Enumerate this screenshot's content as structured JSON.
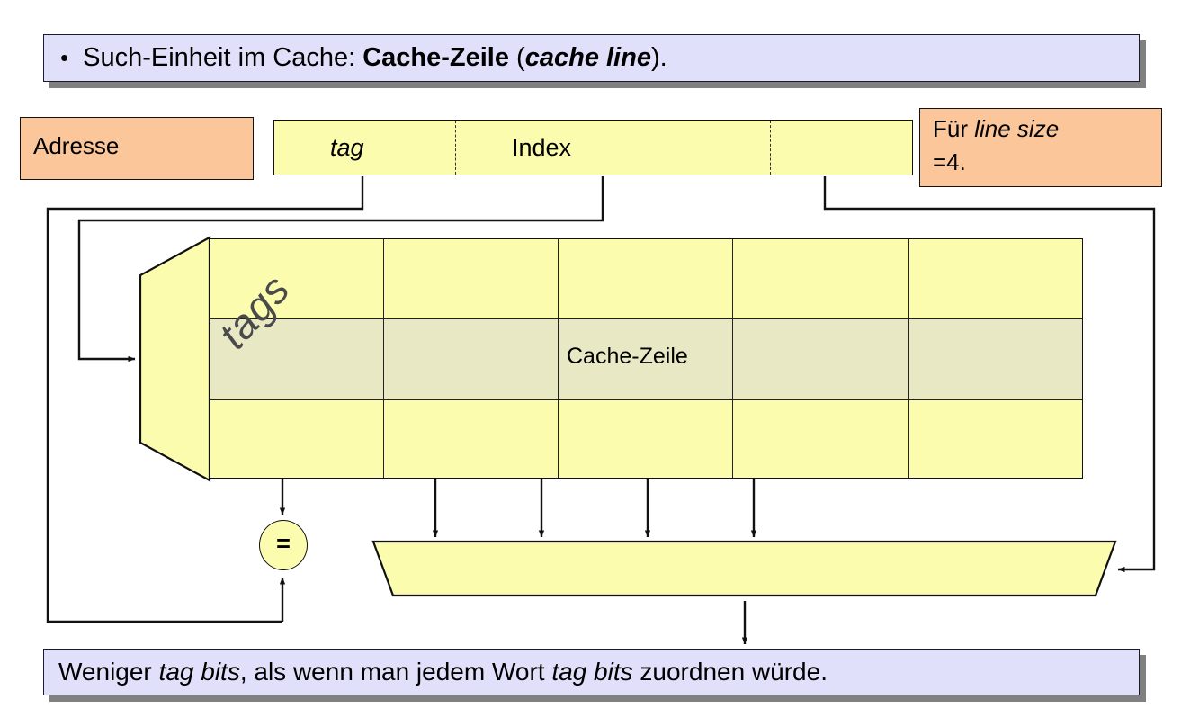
{
  "slide": {
    "top_banner": {
      "bullet": "•",
      "text_plain": "Such-Einheit im Cache: Cache-Zeile (cache line).",
      "part1": "Such-Einheit im Cache: ",
      "part2_bold": "Cache",
      "part3_bold": "-Zeile",
      "part4": " (",
      "part5_bold_italic": "cache line",
      "part6": ")."
    },
    "bottom_banner": {
      "text_plain": "Weniger tag bits, als wenn man jedem Wort tag bits zuordnen würde.",
      "part1": "Weniger ",
      "part2_italic": "tag bits",
      "part3": ", als wenn man jedem Wort ",
      "part4_italic": "tag bits",
      "part5": " zuordnen würde."
    }
  },
  "address": {
    "box_label": "Adresse",
    "field_tag": "tag",
    "field_index": "Index",
    "field_offset": ""
  },
  "note": {
    "line1_prefix": "Für ",
    "line1_italic": "line size",
    "line2": "=4."
  },
  "cache": {
    "decoder_label": "",
    "tags_label": "tags",
    "cache_line_label": "Cache-Zeile",
    "columns": 5,
    "rows": 3,
    "highlighted_row_index": 1
  },
  "comparator": {
    "symbol": "="
  },
  "mux": {
    "label": "",
    "inputs": 4
  },
  "colors": {
    "banner_fill": "#e0e0fa",
    "banner_shadow": "#808080",
    "orange_fill": "#fbc79a",
    "yellow_fill": "#fcfcae",
    "highlight_fill": "#e8e8c4",
    "line": "#111111",
    "tags_text": "#4a4a4a"
  }
}
